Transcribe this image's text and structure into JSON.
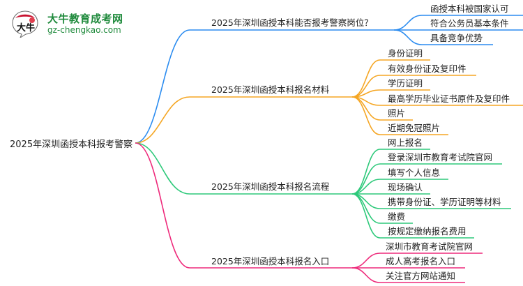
{
  "logo": {
    "brand_name": "大牛教育成考网",
    "url_text": "gz-chengkao.com",
    "badge_glyph": "大牛",
    "color": "#1f8a3c"
  },
  "mindmap": {
    "root": {
      "label": "2025年深圳函授本科报考警察"
    },
    "branches": [
      {
        "label": "2025年深圳函授本科能否报考警察岗位？",
        "color": "#2b8cf0",
        "children": [
          "函授本科被国家认可",
          "符合公务员基本条件",
          "具备竞争优势"
        ]
      },
      {
        "label": "2025年深圳函授本科报名材料",
        "color": "#f5a623",
        "children": [
          "身份证明",
          "有效身份证及复印件",
          "学历证明",
          "最高学历毕业证书原件及复印件",
          "照片",
          "近期免冠照片"
        ]
      },
      {
        "label": "2025年深圳函授本科报名流程",
        "color": "#2dc97a",
        "children": [
          "网上报名",
          "登录深圳市教育考试院官网",
          "填写个人信息",
          "现场确认",
          "携带身份证、学历证明等材料",
          "缴费",
          "按规定缴纳报名费用"
        ]
      },
      {
        "label": "2025年深圳函授本科报名入口",
        "color": "#ee2a7b",
        "children": [
          "深圳市教育考试院官网",
          "成人高考报名入口",
          "关注官方网站通知"
        ]
      }
    ]
  }
}
